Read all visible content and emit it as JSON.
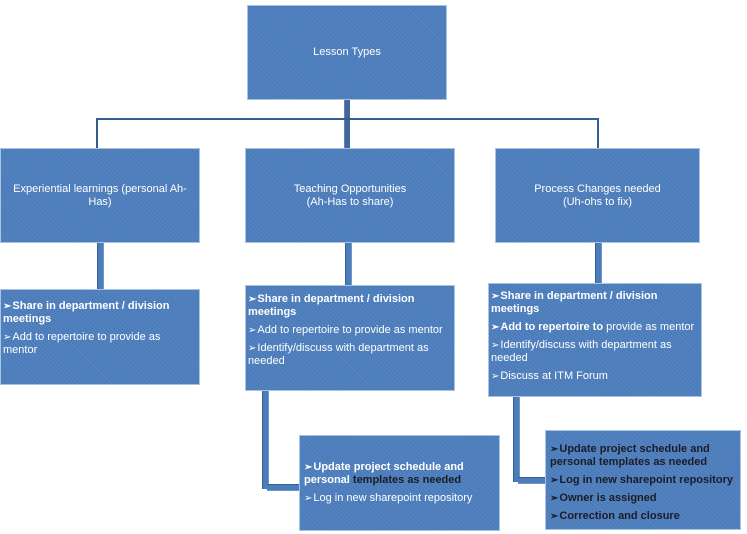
{
  "colors": {
    "box_fill": "#4d7ebd",
    "box_border": "#a8c4e2",
    "connector_thin": "#365f91",
    "connector_thick": "#44679b",
    "connector_medium": "#4b7cbb",
    "text_light": "#ffffff",
    "text_dark": "#1c1c26",
    "background": "#ffffff"
  },
  "bullet_glyph": "➢",
  "root": {
    "label": "Lesson Types"
  },
  "columns": [
    {
      "header": "Experiential learnings (personal Ah-Has)",
      "bullets": [
        {
          "segments": [
            {
              "text": "Share in department / division meetings",
              "bold": true,
              "tone": "light"
            }
          ]
        },
        {
          "segments": [
            {
              "text": "Add to repertoire to provide as mentor",
              "bold": false,
              "tone": "light"
            }
          ]
        }
      ]
    },
    {
      "header": "Teaching Opportunities\n(Ah-Has to share)",
      "bullets": [
        {
          "segments": [
            {
              "text": "Share in department / division meetings",
              "bold": true,
              "tone": "light"
            }
          ]
        },
        {
          "segments": [
            {
              "text": "Add to repertoire to provide as mentor",
              "bold": false,
              "tone": "light"
            }
          ]
        },
        {
          "segments": [
            {
              "text": "Identify/discuss with department as needed",
              "bold": false,
              "tone": "light"
            }
          ]
        }
      ],
      "followup": {
        "bullets": [
          {
            "segments": [
              {
                "text": "Update project schedule and personal ",
                "bold": true,
                "tone": "light"
              },
              {
                "text": "templates as needed",
                "bold": true,
                "tone": "dark"
              }
            ]
          },
          {
            "segments": [
              {
                "text": "Log in new sharepoint repository",
                "bold": false,
                "tone": "light"
              }
            ]
          }
        ]
      }
    },
    {
      "header": "Process Changes needed\n(Uh-ohs to fix)",
      "bullets": [
        {
          "segments": [
            {
              "text": "Share in department / division meetings",
              "bold": true,
              "tone": "light"
            }
          ]
        },
        {
          "segments": [
            {
              "text": "Add to repertoire to ",
              "bold": true,
              "tone": "light"
            },
            {
              "text": "provide as mentor",
              "bold": false,
              "tone": "light"
            }
          ]
        },
        {
          "segments": [
            {
              "text": "Identify/discuss with department as needed",
              "bold": false,
              "tone": "light"
            }
          ]
        },
        {
          "segments": [
            {
              "text": "Discuss at ITM Forum",
              "bold": false,
              "tone": "light"
            }
          ]
        }
      ],
      "followup": {
        "bullets": [
          {
            "segments": [
              {
                "text": "Update project schedule and personal templates as needed",
                "bold": true,
                "tone": "dark"
              }
            ]
          },
          {
            "segments": [
              {
                "text": "Log in new sharepoint repository",
                "bold": true,
                "tone": "dark"
              }
            ]
          },
          {
            "segments": [
              {
                "text": "Owner is assigned",
                "bold": true,
                "tone": "dark"
              }
            ]
          },
          {
            "segments": [
              {
                "text": "Correction and closure",
                "bold": true,
                "tone": "dark"
              }
            ]
          }
        ]
      }
    }
  ]
}
